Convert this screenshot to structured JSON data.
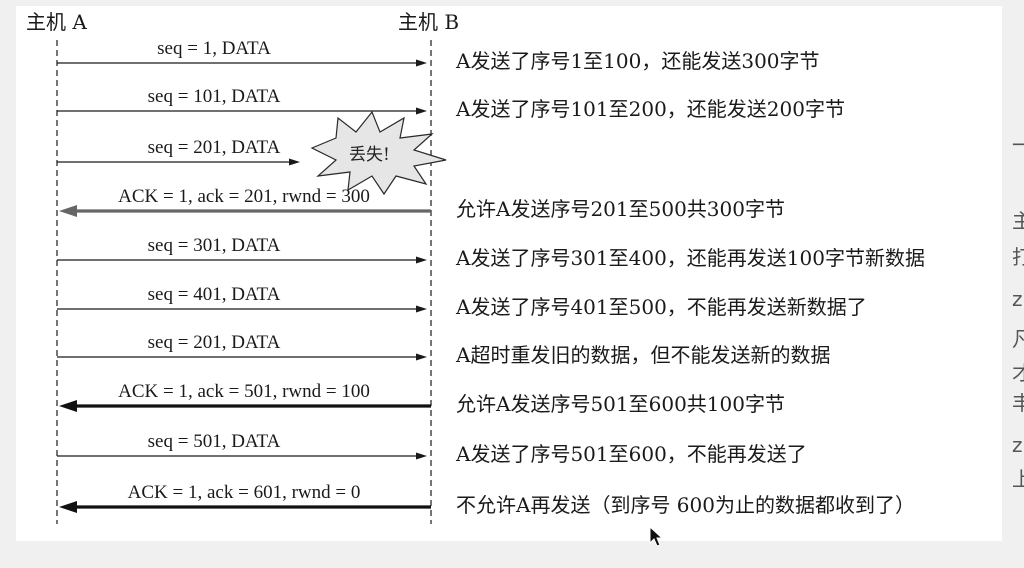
{
  "colors": {
    "page_bg": "#f0f0f0",
    "panel_bg": "#ffffff",
    "line": "#1a1a1a",
    "text": "#1a1a1a",
    "ack_first": "#666666",
    "ack": "#111111"
  },
  "hosts": {
    "a": "主机 A",
    "b": "主机 B"
  },
  "lost_marker": {
    "text": "丢失!",
    "icon": "explosion-burst-icon"
  },
  "messages": [
    {
      "label": "seq = 1, DATA",
      "direction": "a-to-b",
      "kind": "data",
      "lost": false,
      "description": "A发送了序号1至100，还能发送300字节"
    },
    {
      "label": "seq = 101, DATA",
      "direction": "a-to-b",
      "kind": "data",
      "lost": false,
      "description": "A发送了序号101至200，还能发送200字节"
    },
    {
      "label": "seq = 201, DATA",
      "direction": "a-to-b",
      "kind": "data",
      "lost": true,
      "description": ""
    },
    {
      "label": "ACK = 1, ack = 201, rwnd = 300",
      "direction": "b-to-a",
      "kind": "ack",
      "lost": false,
      "description": "允许A发送序号201至500共300字节"
    },
    {
      "label": "seq = 301, DATA",
      "direction": "a-to-b",
      "kind": "data",
      "lost": false,
      "description": "A发送了序号301至400，还能再发送100字节新数据"
    },
    {
      "label": "seq = 401, DATA",
      "direction": "a-to-b",
      "kind": "data",
      "lost": false,
      "description": "A发送了序号401至500，不能再发送新数据了"
    },
    {
      "label": "seq = 201, DATA",
      "direction": "a-to-b",
      "kind": "data",
      "lost": false,
      "description": "A超时重发旧的数据，但不能发送新的数据"
    },
    {
      "label": "ACK = 1, ack = 501, rwnd = 100",
      "direction": "b-to-a",
      "kind": "ack",
      "lost": false,
      "description": "允许A发送序号501至600共100字节"
    },
    {
      "label": "seq = 501, DATA",
      "direction": "a-to-b",
      "kind": "data",
      "lost": false,
      "description": "A发送了序号501至600，不能再发送了"
    },
    {
      "label": "ACK = 1, ack = 601, rwnd = 0",
      "direction": "b-to-a",
      "kind": "ack",
      "lost": false,
      "description": "不允许A再发送（到序号 600为止的数据都收到了）"
    }
  ],
  "right_edge_glyphs": [
    "一",
    "主",
    "打",
    "z",
    "凡",
    "才",
    "丰",
    "z",
    "上"
  ],
  "cursor_icon": "mouse-pointer-icon"
}
